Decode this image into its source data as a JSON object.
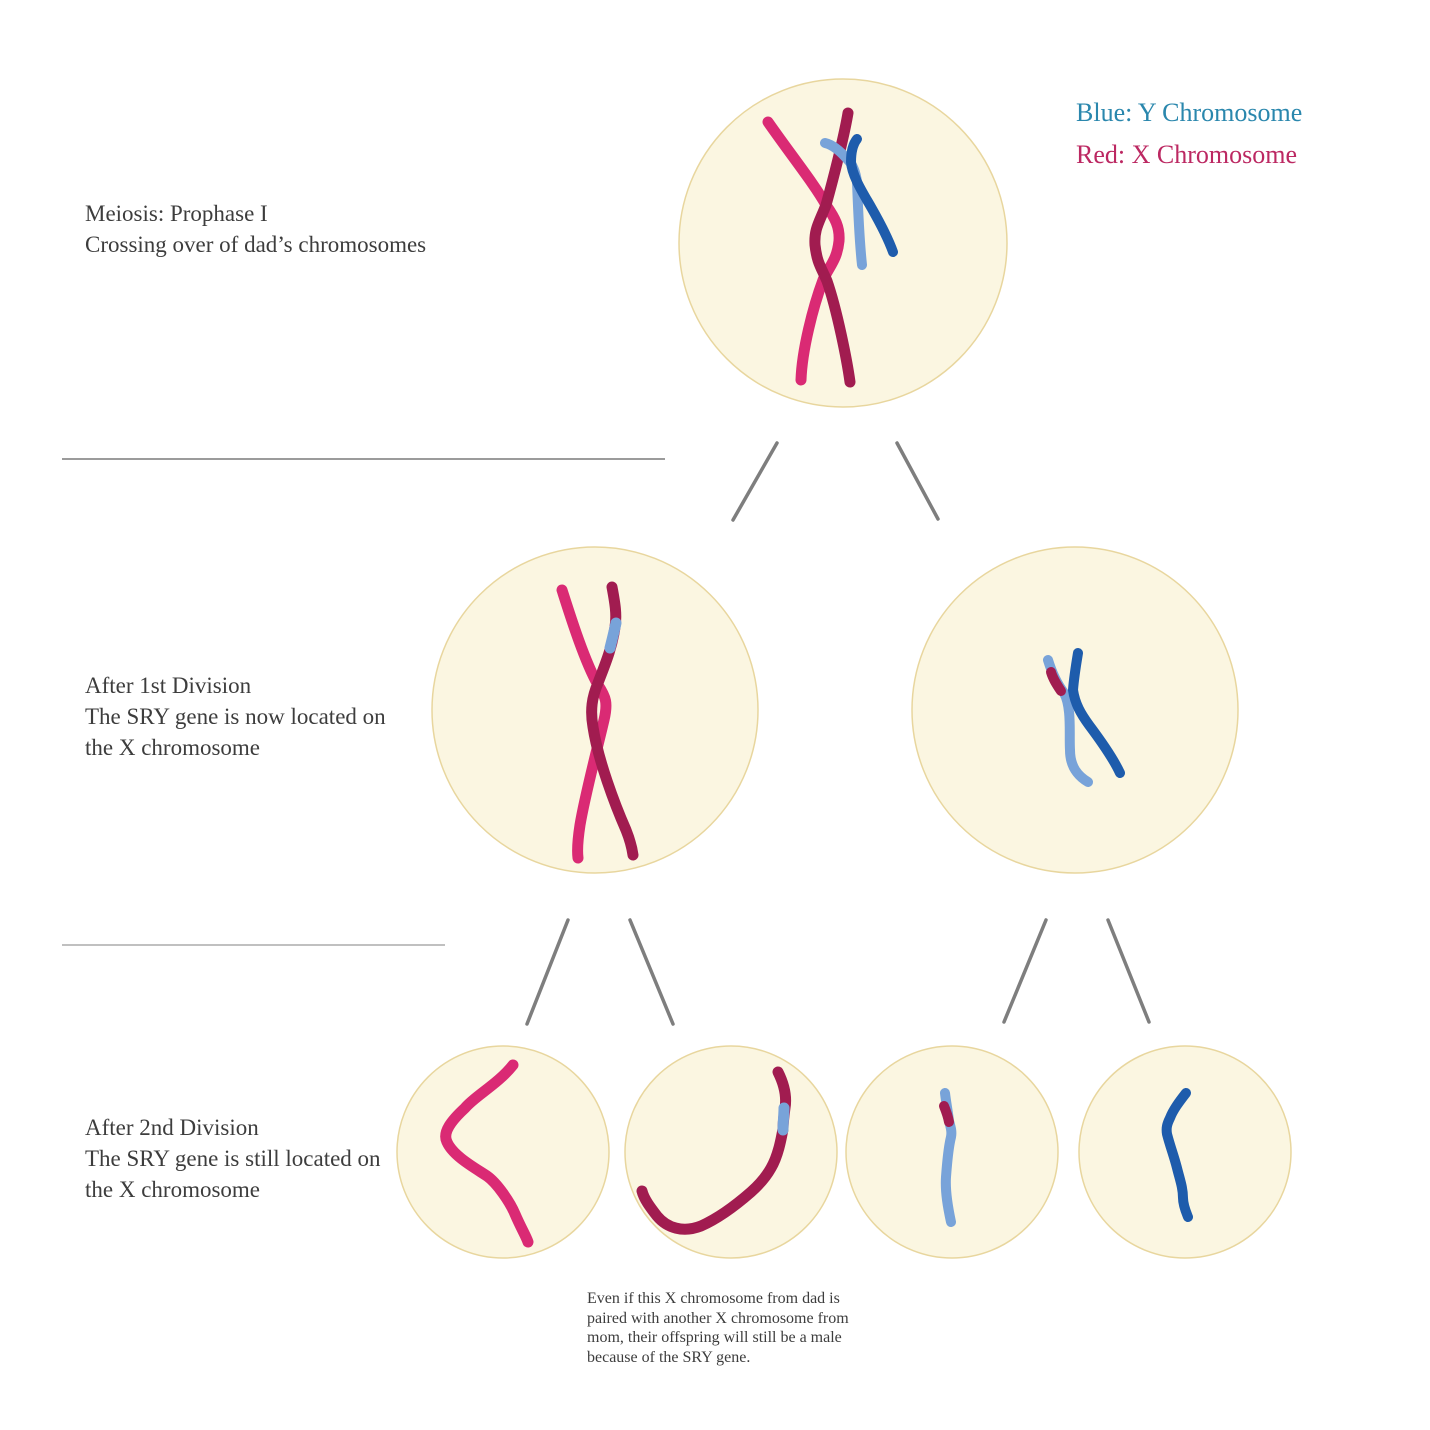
{
  "legend": {
    "blue_label": "Blue: Y Chromosome",
    "red_label": "Red: X Chromosome"
  },
  "labels": {
    "stage1": "Meiosis: Prophase I\nCrossing over of dad’s chromosomes",
    "stage2": "After 1st Division\nThe SRY gene is now located on\nthe X chromosome",
    "stage3": "After 2nd Division\nThe SRY gene is still located on\nthe X chromosome",
    "caption": "Even if this X chromosome from dad is\npaired with another X chromosome from\nmom, their offspring will still be a male\nbecause of the SRY gene."
  },
  "cells": [
    {
      "id": "prophase-cell",
      "stage": "Meiosis: Prophase I",
      "contents": "X chromosome (pink + maroon chromatids) crossing over Y chromosome (light blue + dark blue chromatids)"
    },
    {
      "id": "after-1st-division-left-cell",
      "stage": "After 1st Division",
      "contents": "X chromosome; maroon chromatid carries a light blue SRY segment"
    },
    {
      "id": "after-1st-division-right-cell",
      "stage": "After 1st Division",
      "contents": "Y chromosome; light blue chromatid carries a red segment"
    },
    {
      "id": "gamete-1",
      "stage": "After 2nd Division",
      "contents": "pink X chromatid"
    },
    {
      "id": "gamete-2",
      "stage": "After 2nd Division",
      "contents": "maroon X chromatid with light blue SRY segment"
    },
    {
      "id": "gamete-3",
      "stage": "After 2nd Division",
      "contents": "light blue Y chromatid with red segment"
    },
    {
      "id": "gamete-4",
      "stage": "After 2nd Division",
      "contents": "dark blue Y chromatid"
    }
  ],
  "colors": {
    "x_pink": "#da2a74",
    "x_maroon": "#a11c50",
    "y_light_blue": "#78a3d9",
    "y_dark_blue": "#1e5cac",
    "cell_fill": "#fbf6e1",
    "cell_border": "#e8d69e",
    "legend_blue": "#2a87ad",
    "legend_red": "#bc2862",
    "text": "#3d3d3d",
    "connector_gray": "#7e7e7e",
    "divider_gray": "#9b9b9b"
  }
}
